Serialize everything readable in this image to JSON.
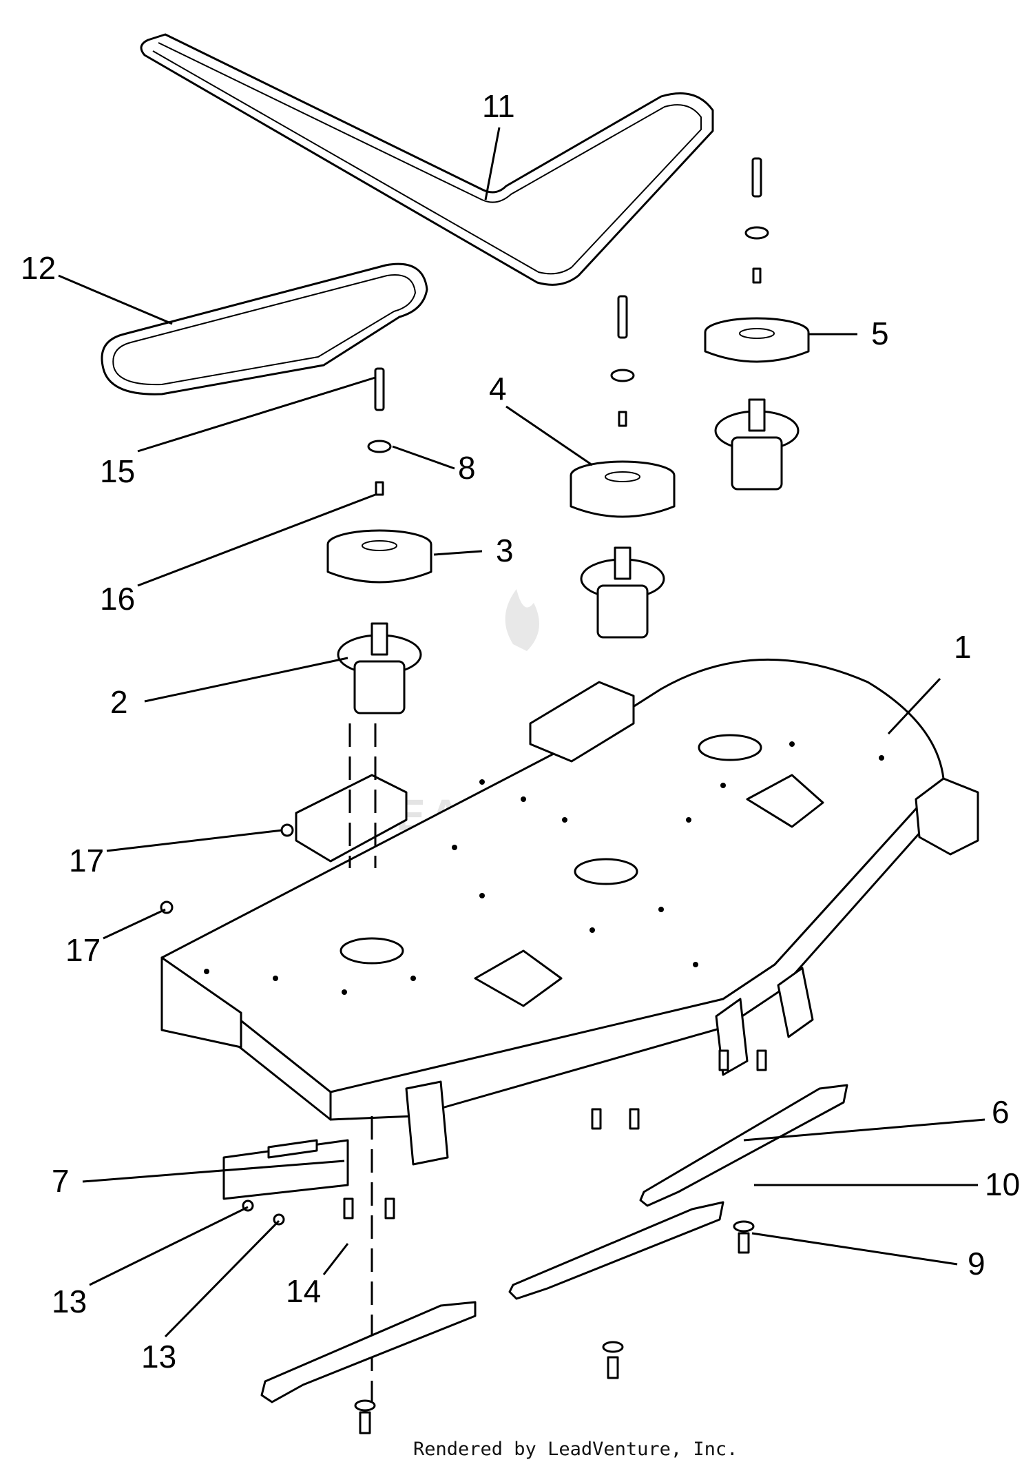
{
  "callouts": {
    "c1": "1",
    "c2": "2",
    "c3": "3",
    "c4": "4",
    "c5": "5",
    "c6": "6",
    "c7": "7",
    "c8": "8",
    "c9": "9",
    "c10": "10",
    "c11": "11",
    "c12": "12",
    "c13a": "13",
    "c13b": "13",
    "c14": "14",
    "c15": "15",
    "c16": "16",
    "c17a": "17",
    "c17b": "17"
  },
  "watermark": "LEADVENTURE",
  "footer": "Rendered by LeadVenture, Inc."
}
